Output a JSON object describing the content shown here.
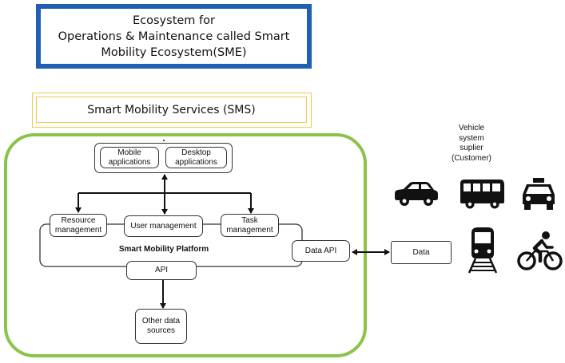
{
  "title": {
    "line1": "Ecosystem for",
    "line2": "Operations & Maintenance called Smart",
    "line3": "Mobility Ecosystem(SME)"
  },
  "sms": {
    "label": "Smart Mobility Services (SMS)"
  },
  "apps": {
    "mobile_1": "Mobile",
    "mobile_2": "applications",
    "desktop_1": "Desktop",
    "desktop_2": "applications"
  },
  "platform": {
    "resource_1": "Resource",
    "resource_2": "management",
    "user": "User management",
    "task_1": "Task",
    "task_2": "management",
    "name": "Smart Mobility Platform",
    "data_api": "Data API",
    "api": "API"
  },
  "other": {
    "line1": "Other data",
    "line2": "sources"
  },
  "data": {
    "label": "Data"
  },
  "supplier": {
    "line1": "Vehicle",
    "line2": "system",
    "line3": "suplier",
    "line4": "(Customer)"
  },
  "icons": [
    "car-icon",
    "bus-icon",
    "taxi-icon",
    "train-icon",
    "bicycle-icon"
  ],
  "colors": {
    "title_border": "#1f5fb4",
    "sms_border": "#f2c94c",
    "platform_frame": "#8bc34a"
  }
}
